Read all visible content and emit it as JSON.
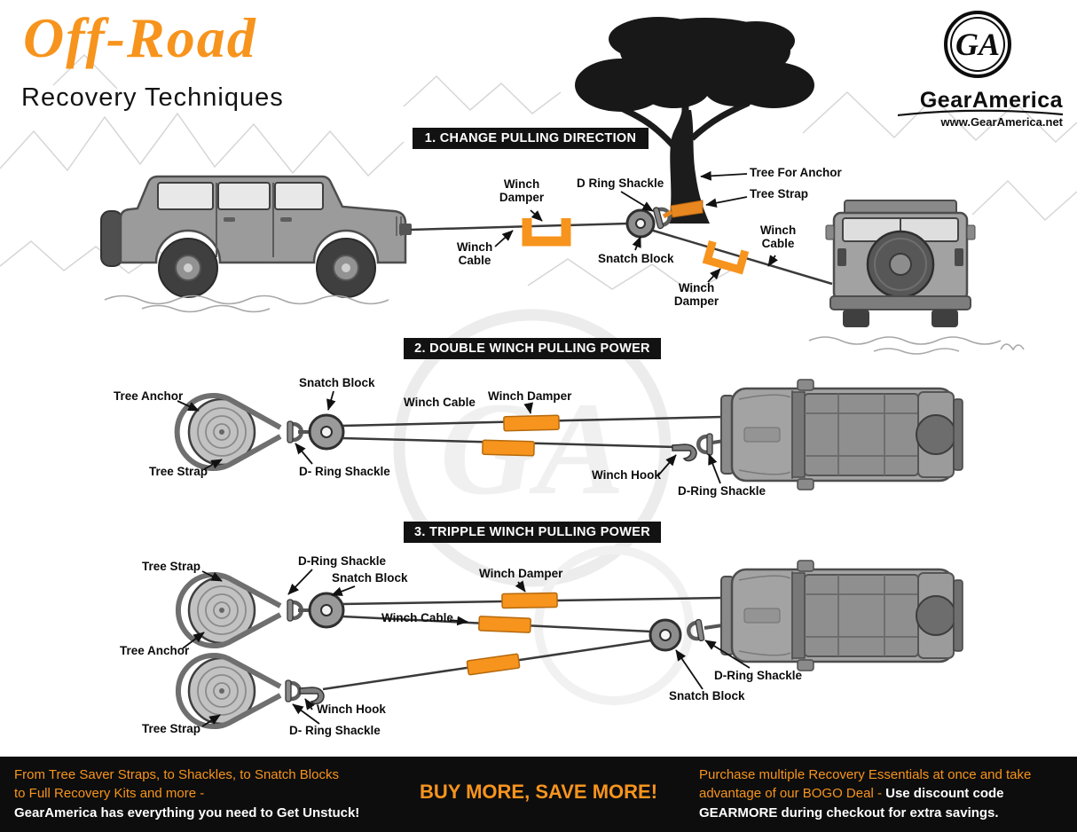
{
  "header": {
    "title_line1": "Off-Road",
    "title_line2": "Recovery Techniques",
    "brand": {
      "logo_text": "GA",
      "name": "GearAmerica",
      "website": "www.GearAmerica.net"
    }
  },
  "sections": [
    {
      "banner": "1. CHANGE PULLING DIRECTION",
      "labels": [
        "Winch Damper",
        "D Ring Shackle",
        "Tree For Anchor",
        "Tree Strap",
        "Winch Cable",
        "Snatch Block",
        "Winch Damper",
        "Winch Cable"
      ]
    },
    {
      "banner": "2. DOUBLE WINCH PULLING POWER",
      "labels": [
        "Tree Anchor",
        "Snatch Block",
        "Winch Cable",
        "Winch Damper",
        "Tree Strap",
        "D- Ring Shackle",
        "Winch Hook",
        "D-Ring Shackle"
      ]
    },
    {
      "banner": "3. TRIPPLE WINCH PULLING POWER",
      "labels": [
        "Tree Strap",
        "D-Ring Shackle",
        "Snatch Block",
        "Winch Damper",
        "Winch Cable",
        "Tree Anchor",
        "D-Ring Shackle",
        "Snatch Block",
        "Tree Strap",
        "Winch Hook",
        "D- Ring Shackle"
      ]
    }
  ],
  "footer": {
    "left": {
      "line1": "From Tree Saver Straps, to Shackles, to Snatch Blocks",
      "line2": "to Full Recovery Kits and more -",
      "line3": "GearAmerica has everything you need to Get Unstuck!"
    },
    "center": "BUY MORE, SAVE MORE!",
    "right": {
      "line1": "Purchase multiple Recovery Essentials at once and take",
      "line2_orange": "advantage of our BOGO Deal - ",
      "line2_white": "Use discount code",
      "line3": "GEARMORE during checkout for extra savings."
    }
  },
  "colors": {
    "accent_orange": "#F7941D",
    "banner_black": "#121212",
    "vehicle_gray": "#9b9b9b",
    "footer_black": "#0d0d0d"
  }
}
